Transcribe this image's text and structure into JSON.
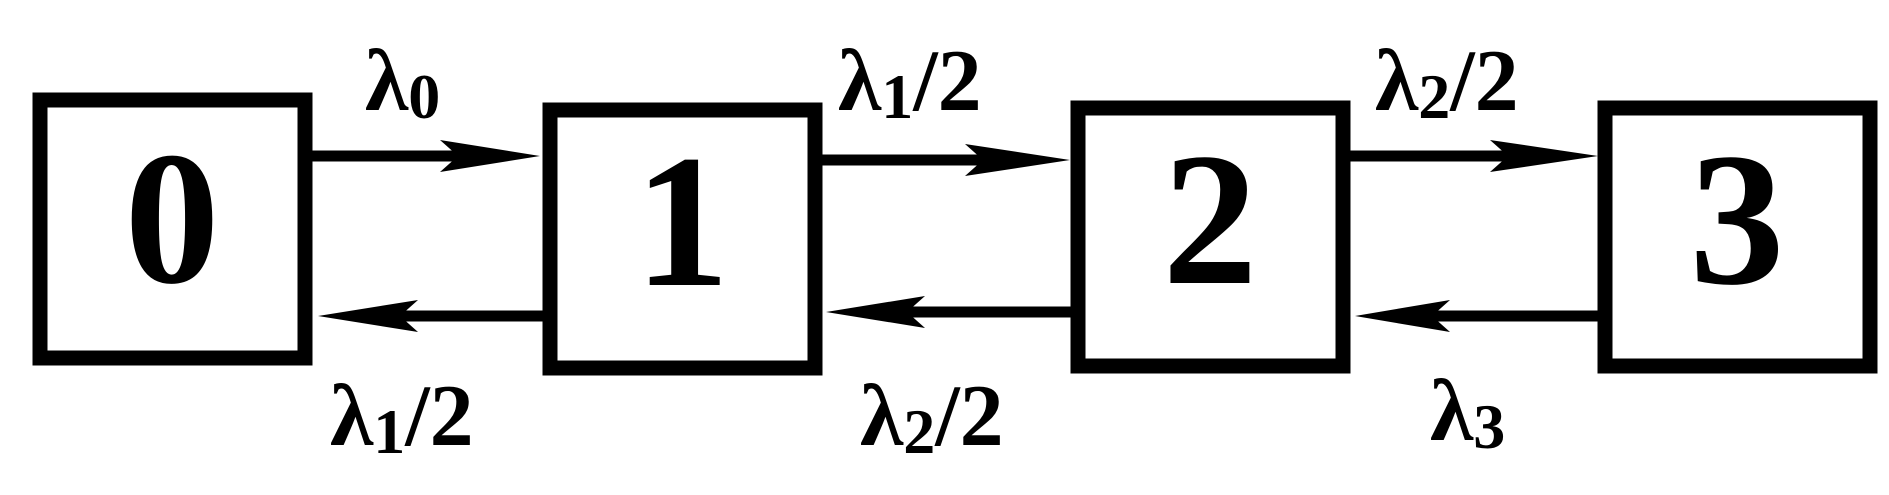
{
  "states": [
    "0",
    "1",
    "2",
    "3"
  ],
  "forward_rates": [
    {
      "symbol": "λ",
      "subscript": "0",
      "suffix": ""
    },
    {
      "symbol": "λ",
      "subscript": "1",
      "suffix": "/2"
    },
    {
      "symbol": "λ",
      "subscript": "2",
      "suffix": "/2"
    }
  ],
  "backward_rates": [
    {
      "symbol": "λ",
      "subscript": "1",
      "suffix": "/2"
    },
    {
      "symbol": "λ",
      "subscript": "2",
      "suffix": "/2"
    },
    {
      "symbol": "λ",
      "subscript": "3",
      "suffix": ""
    }
  ]
}
